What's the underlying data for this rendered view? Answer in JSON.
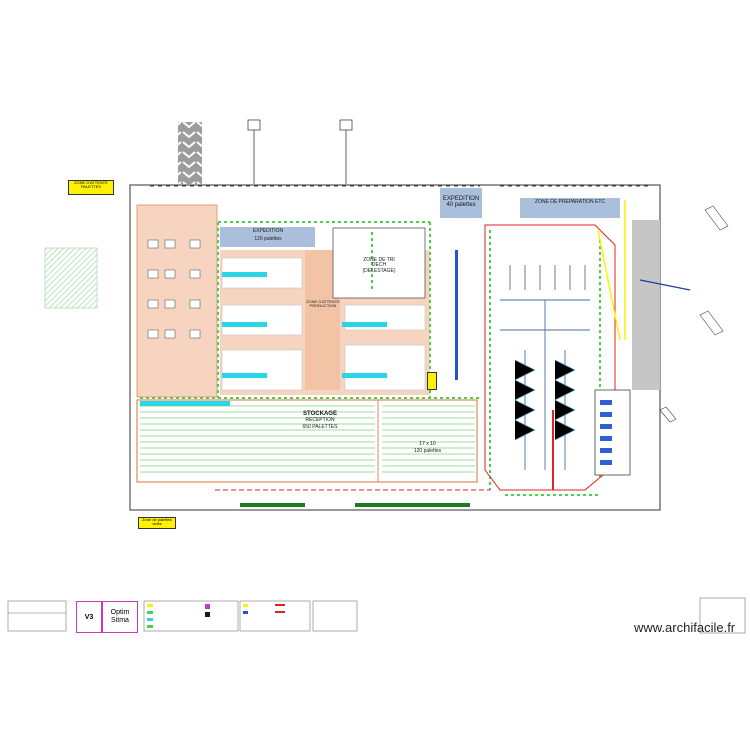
{
  "watermark": "www.archifacile.fr",
  "zones": {
    "expedition_top": "EXPEDITION\n40 palettes",
    "expedition_left_title": "EXPEDITION",
    "expedition_left_sub": "120 palettes",
    "zone_tri": "ZONE DE TRI\nDECH\n(DELESTAGE)",
    "zone_preparation": "ZONE DE PREPARATION ETC",
    "stockage_title": "STOCKAGE",
    "stockage_sub1": "RECEPTION",
    "stockage_sub2": "650 PALETTES",
    "block_right_title": "17 x 10",
    "block_right_sub": "120 palettes",
    "center_mid": "ZONE D'ATTENTE\nPRODUCTION"
  },
  "tags": {
    "top_left_tag": "ZONE D'ATTENTE\nPALETTES",
    "bottom_left_tag": "Zone de palettes\nvides"
  },
  "legend": {
    "version": "V3",
    "brand_line1": "Optim",
    "brand_line2": "Sitma"
  },
  "colors": {
    "salmon": "#f7d4bf",
    "green_dash": "#4bd14b",
    "cyan": "#29d6e6",
    "red": "#e22222",
    "yellow": "#fff200",
    "blue_zone": "#a9bfdc",
    "magenta": "#c43bc4"
  },
  "icons": [
    "truck-icon",
    "staircase-icon",
    "conveyor-icon"
  ]
}
